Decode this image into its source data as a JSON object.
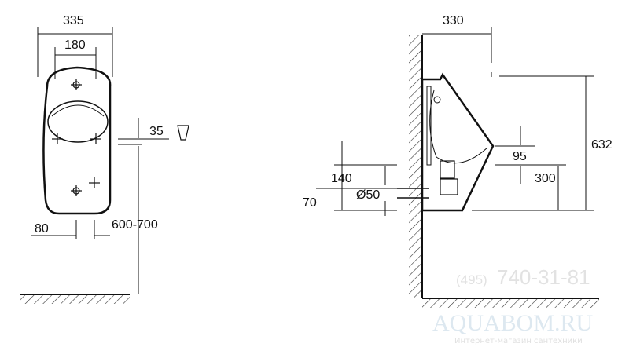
{
  "front_view": {
    "dims": {
      "width_total": "335",
      "width_holes": "180",
      "inlet": "35",
      "mount_height": "600-700",
      "offset": "80"
    }
  },
  "side_view": {
    "dims": {
      "depth": "330",
      "height": "632",
      "outlet_height": "300",
      "rim": "95",
      "drain_height": "140",
      "drain_diameter": "Ø50",
      "drain_offset": "70"
    }
  },
  "watermark": {
    "phone_prefix": "(495)",
    "phone": "740-31-81",
    "site": "AQUABOM.RU",
    "tagline": "Интернет-магазин сантехники"
  }
}
